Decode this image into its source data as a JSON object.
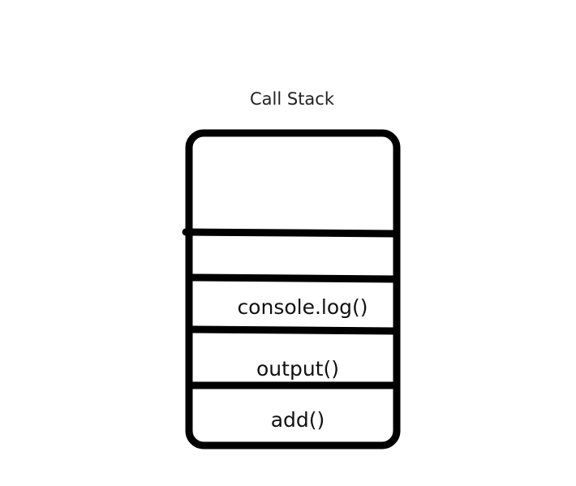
{
  "diagram": {
    "title": "Call Stack",
    "stroke_color": "#000000",
    "frames": [
      {
        "label": ""
      },
      {
        "label": ""
      },
      {
        "label": "console.log()"
      },
      {
        "label": "output()"
      },
      {
        "label": "add()"
      }
    ]
  }
}
